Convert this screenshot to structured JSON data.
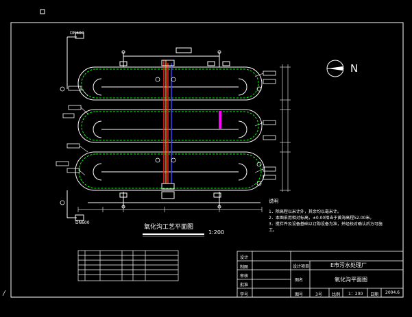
{
  "drawing": {
    "title": "氧化沟工艺平面图",
    "scale": "1:200",
    "north_label": "N",
    "pipe_labels": {
      "top_left": "DN600",
      "bottom_left": "DN600"
    }
  },
  "notes": {
    "heading": "说明",
    "items": [
      "1．除高程以米计外，其余均以毫米计。",
      "2．本图采用相对标高，±0.00相当于黄海高程52.00米。",
      "3．搅拌件及设备基础以订购设备为准，并经校对确认后方可施",
      "工。"
    ]
  },
  "title_block": {
    "left_labels": [
      "设计",
      "制图",
      "审核",
      "批准",
      "学号"
    ],
    "design_project_label": "设计项目",
    "project_name": "E市污水处理厂",
    "drawing_name_label": "图名",
    "drawing_name": "氧化沟平面图",
    "sheet_no_label": "图号",
    "sheet_no": "3号",
    "scale_label": "比例",
    "scale": "1：200",
    "date_label": "日期",
    "date": "2004.6"
  },
  "colors": {
    "outline": "#ffffff",
    "channel": "#00ff00",
    "pipe_red": "#ff2020",
    "pipe_orange": "#ff8000",
    "pipe_blue": "#4040ff",
    "mixer": "#ff00ff",
    "dim": "#d8d8d8"
  }
}
